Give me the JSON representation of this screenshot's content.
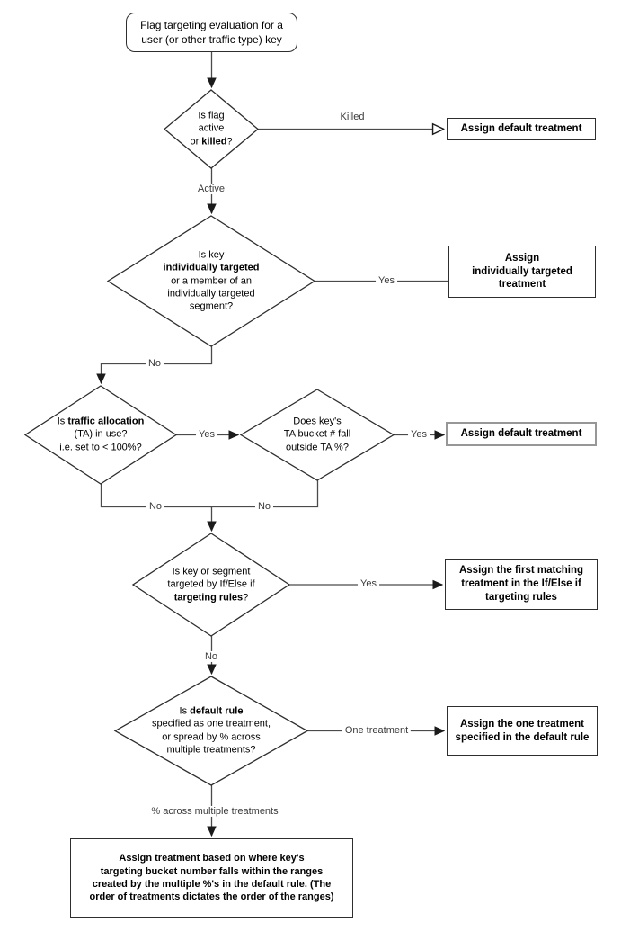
{
  "nodes": {
    "start": {
      "text": "Flag targeting evaluation for a\nuser (or other traffic type) key"
    },
    "d_flag_status": {
      "text": "Is flag\nactive\nor **killed**?"
    },
    "box_default_killed": {
      "text": "Assign default treatment"
    },
    "d_individually_targeted": {
      "text": "Is key\n**individually targeted**\nor a member of an\nindividually targeted\nsegment?"
    },
    "box_individually_targeted": {
      "text": "Assign\nindividually targeted\ntreatment"
    },
    "d_traffic_allocation": {
      "text": "Is **traffic allocation**\n(TA) in use?\ni.e. set to < 100%?"
    },
    "d_ta_bucket": {
      "text": "Does key's\nTA bucket # fall\noutside TA %?"
    },
    "box_default_ta": {
      "text": "Assign default treatment"
    },
    "d_targeting_rules": {
      "text": "Is key or segment\ntargeted by If/Else if\n**targeting rules**?"
    },
    "box_first_matching": {
      "text": "Assign the first matching\ntreatment in the If/Else if\ntargeting rules"
    },
    "d_default_rule": {
      "text": "Is **default rule**\nspecified as one treatment,\nor spread by % across\nmultiple treatments?"
    },
    "box_one_treatment": {
      "text": "Assign the one treatment\nspecified in the default rule"
    },
    "box_ranges": {
      "text": "Assign treatment based on where key's\ntargeting bucket number falls within the ranges\ncreated by the multiple %'s in the default rule. (The\norder of treatments dictates the order of the ranges)"
    }
  },
  "edge_labels": {
    "killed": "Killed",
    "active": "Active",
    "yes_individual": "Yes",
    "no_individual": "No",
    "yes_ta": "Yes",
    "yes_bucket": "Yes",
    "no_ta": "No",
    "no_bucket": "No",
    "yes_rules": "Yes",
    "no_rules": "No",
    "one_treatment": "One treatment",
    "pct_across": "% across multiple treatments"
  }
}
